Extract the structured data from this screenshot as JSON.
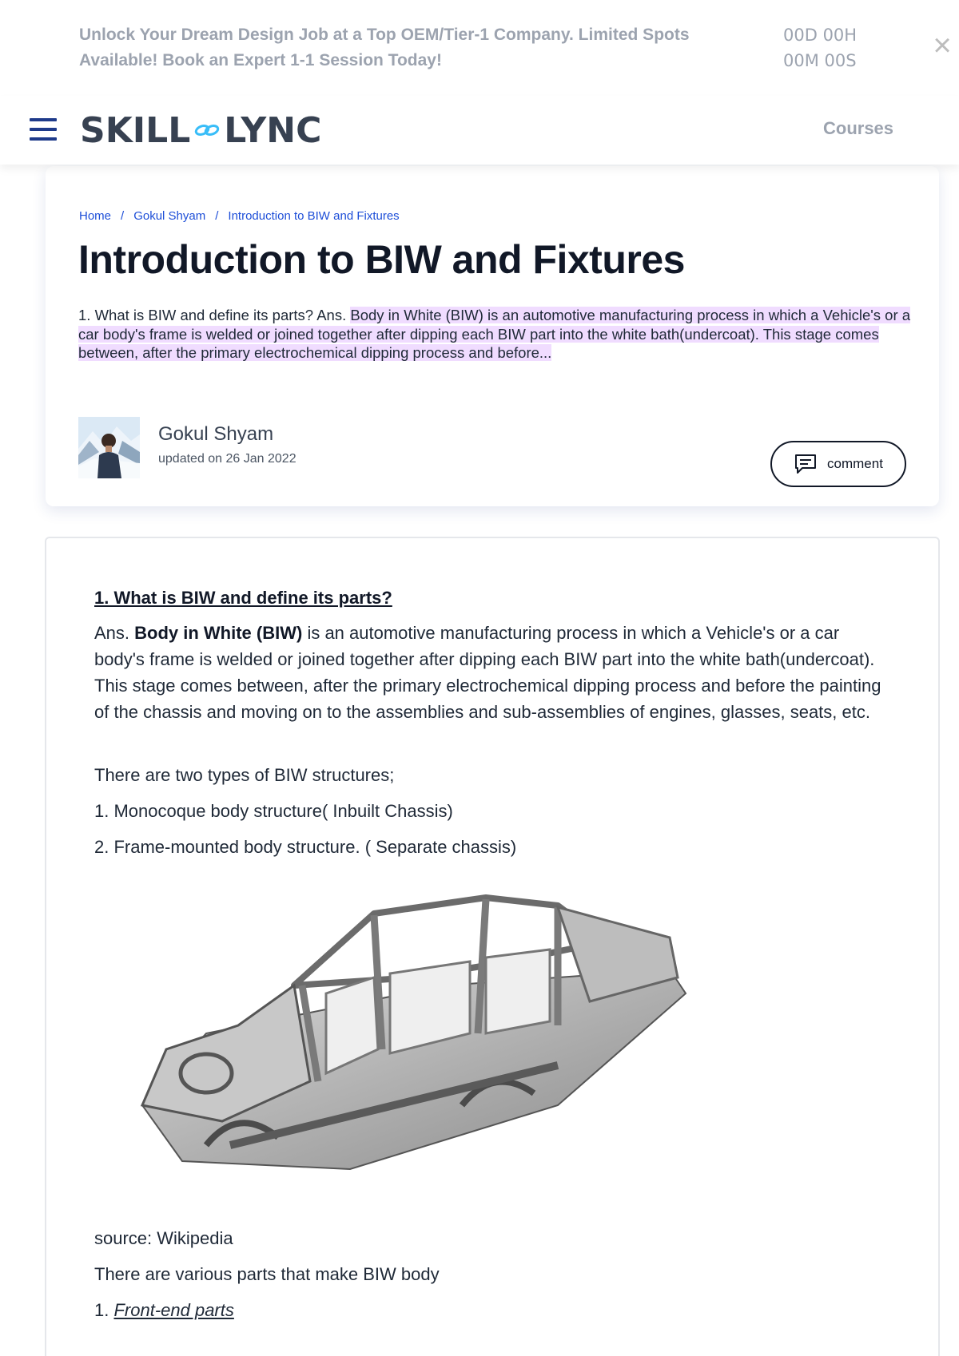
{
  "promo": {
    "text": "Unlock Your Dream Design Job at a Top OEM/Tier-1 Company. Limited Spots Available! Book an Expert 1-1 Session Today!",
    "timer_line1": "00D 00H",
    "timer_line2": "00M 00S",
    "close_symbol": "×"
  },
  "nav": {
    "logo_left": "SKILL",
    "logo_right": "LYNC",
    "courses_label": "Courses"
  },
  "header": {
    "breadcrumb": [
      "Home",
      "Gokul Shyam",
      "Introduction to BIW and Fixtures"
    ],
    "breadcrumb_sep": "/",
    "title": "Introduction to BIW and Fixtures",
    "excerpt_plain": "1. What is BIW and define its parts? Ans. ",
    "excerpt_highlight": "Body in White (BIW) is an automotive manufacturing process in which a Vehicle's or a car body's frame is welded or joined together after dipping each BIW part into the white bath(undercoat). This stage comes between, after the primary electrochemical dipping process and before...",
    "author": "Gokul Shyam",
    "updated": "updated on 26 Jan 2022",
    "comment_label": "comment"
  },
  "article": {
    "q1_heading": "1. What is BIW and define its parts?",
    "ans_prefix": "Ans. ",
    "ans_bold": "Body in White (BIW)",
    "ans_rest": " is an automotive manufacturing process in which a Vehicle's or a car body's frame is welded or joined together after dipping each BIW part into the white bath(undercoat). This stage comes between, after the primary electrochemical dipping process and before the painting of the chassis and moving on to the assemblies and sub-assemblies of engines, glasses, seats, etc.",
    "types_intro": "There are two types of BIW structures;",
    "type1": "1. Monocoque body structure( Inbuilt Chassis)",
    "type2": "2. Frame-mounted body structure. ( Separate chassis)",
    "source": "source: Wikipedia",
    "parts_intro": "There are various parts that make BIW body",
    "part1_num": "1. ",
    "part1_label": "Front-end parts"
  },
  "colors": {
    "brand_blue": "#1e3a8a",
    "link_blue": "#1d4ed8",
    "highlight": "#f0dcff",
    "logo_accent": "#38bdf8"
  },
  "icons": [
    "hamburger-menu-icon",
    "link-chain-icon",
    "close-icon",
    "comment-icon"
  ]
}
